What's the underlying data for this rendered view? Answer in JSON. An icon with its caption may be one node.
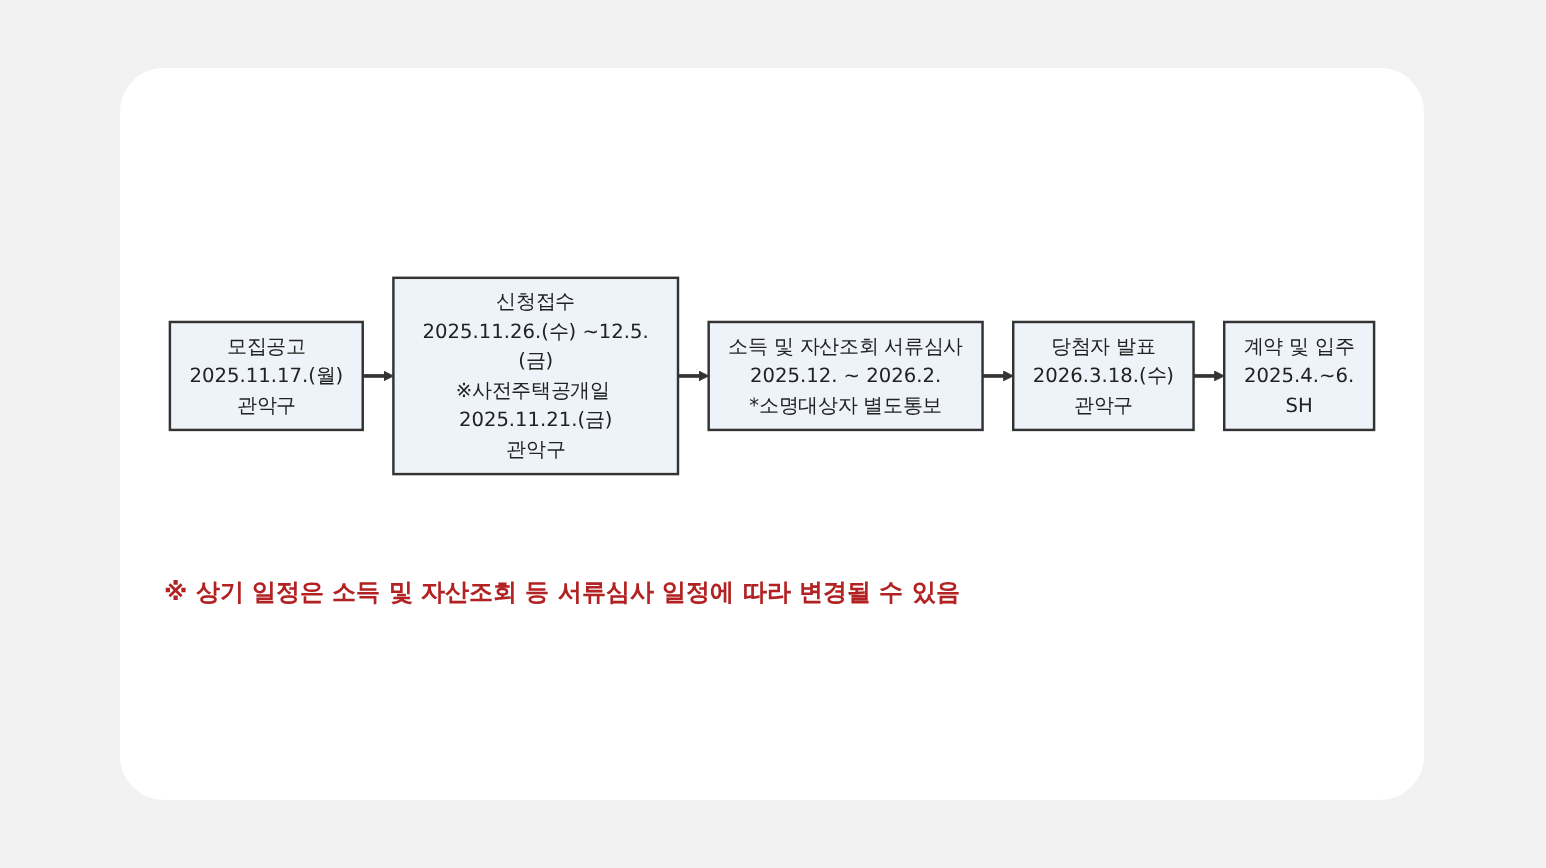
{
  "diagram": {
    "nodes": [
      {
        "text": [
          "모집공고",
          "2025.11.17.(월)",
          "관악구"
        ]
      },
      {
        "text": [
          "신청접수",
          "2025.11.26.(수) ~12.5.(금)",
          "※사전주택공개일 2025.11.21.(금)",
          "관악구"
        ]
      },
      {
        "text": [
          "소득 및 자산조회 서류심사",
          "2025.12. ~ 2026.2.",
          "*소명대상자 별도통보"
        ]
      },
      {
        "text": [
          "당첨자 발표",
          "2026.3.18.(수)",
          "관악구"
        ]
      },
      {
        "text": [
          "계약 및 입주",
          "2025.4.~6.",
          "SH"
        ]
      }
    ],
    "edges": [
      {
        "from": 0,
        "to": 1,
        "arrow": "to"
      },
      {
        "from": 1,
        "to": 2,
        "arrow": "to"
      },
      {
        "from": 2,
        "to": 3,
        "arrow": "to"
      },
      {
        "from": 3,
        "to": 4,
        "arrow": "to"
      }
    ],
    "labels": [
      "※ 상기 일정은 소득 및 자산조회 등 서류심사 일정에 따라 변경될 수 있음"
    ]
  }
}
